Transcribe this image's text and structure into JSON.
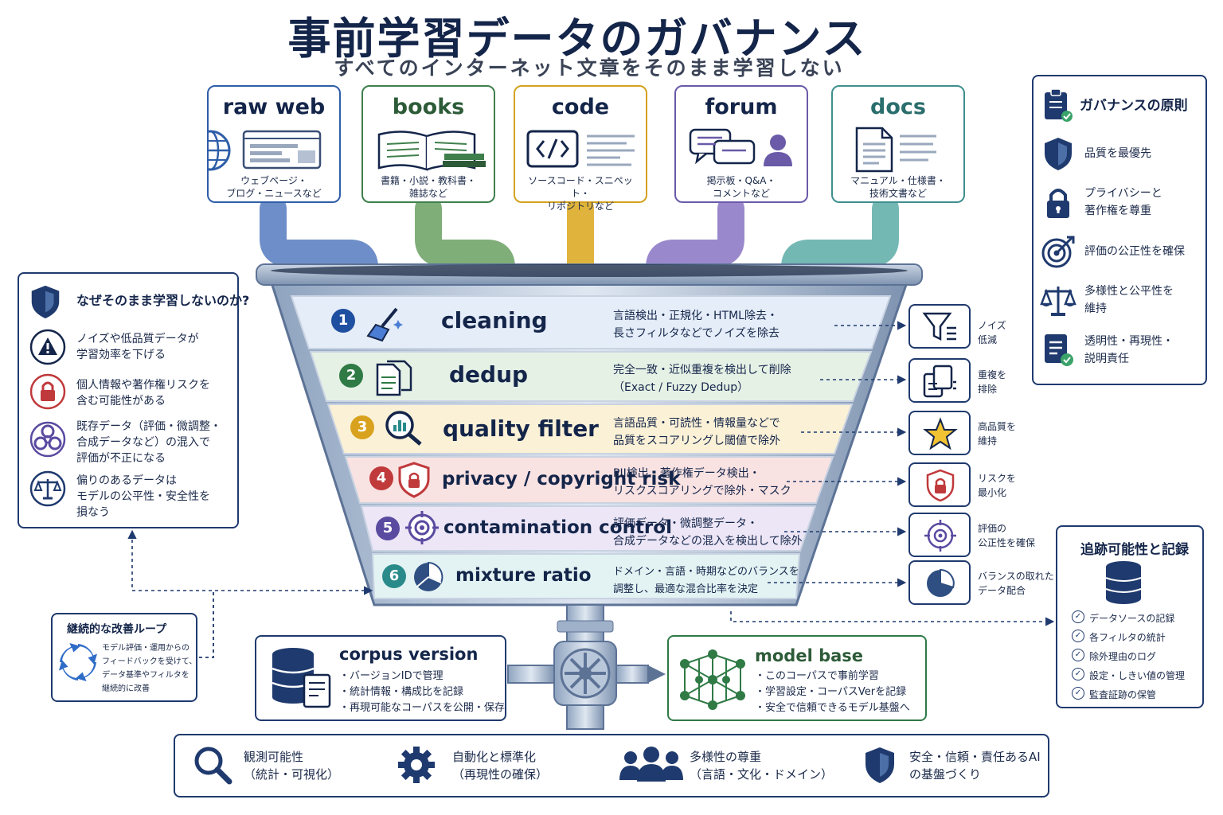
{
  "header": {
    "title": "事前学習データのガバナンス",
    "subtitle": "すべてのインターネット文章をそのまま学習しない"
  },
  "sources": [
    {
      "name": "raw web",
      "desc": "ウェブページ・\nブログ・ニュースなど",
      "color": "#2f5ea8",
      "icon": "globe-browser-icon"
    },
    {
      "name": "books",
      "desc": "書籍・小説・教科書・\n雑誌など",
      "color": "#3f7f4c",
      "icon": "book-icon"
    },
    {
      "name": "code",
      "desc": "ソースコード・スニペット・\nリポジトリなど",
      "color": "#d4a21e",
      "icon": "code-icon"
    },
    {
      "name": "forum",
      "desc": "掲示板・Q&A・\nコメントなど",
      "color": "#6a5aa8",
      "icon": "chat-icon"
    },
    {
      "name": "docs",
      "desc": "マニュアル・仕様書・\n技術文書など",
      "color": "#3f8f8e",
      "icon": "document-icon"
    }
  ],
  "stages": [
    {
      "num": "1",
      "name": "cleaning",
      "desc": "言語検出・正規化・HTML除去・\n長さフィルタなどでノイズを除去",
      "color": "#1f4fa0",
      "icon": "broom-icon",
      "band": "#e4edf8",
      "out_label": "ノイズ\n低減",
      "out_icon": "filter-icon"
    },
    {
      "num": "2",
      "name": "dedup",
      "desc": "完全一致・近似重複を検出して削除\n（Exact / Fuzzy Dedup）",
      "color": "#2f7a45",
      "icon": "duplicate-docs-icon",
      "band": "#e6f1e6",
      "out_label": "重複を\n排除",
      "out_icon": "duplicate-icon"
    },
    {
      "num": "3",
      "name": "quality filter",
      "desc": "言語品質・可読性・情報量などで\n品質をスコアリングし閾値で除外",
      "color": "#d9a21e",
      "icon": "magnifier-chart-icon",
      "band": "#fbf1d6",
      "out_label": "高品質を\n維持",
      "out_icon": "star-icon"
    },
    {
      "num": "4",
      "name": "privacy / copyright risk",
      "desc": "PII検出・著作権データ検出・\nリスクスコアリングで除外・マスク",
      "color": "#c0393b",
      "icon": "shield-lock-icon",
      "band": "#f9e2e2",
      "out_label": "リスクを\n最小化",
      "out_icon": "shield-lock-icon"
    },
    {
      "num": "5",
      "name": "contamination control",
      "desc": "評価データ・微調整データ・\n合成データなどの混入を検出して除外",
      "color": "#5a4aa0",
      "icon": "target-icon",
      "band": "#ece6f6",
      "out_label": "評価の\n公正性を確保",
      "out_icon": "target-icon"
    },
    {
      "num": "6",
      "name": "mixture ratio",
      "desc": "ドメイン・言語・時期などのバランスを\n調整し、最適な混合比率を決定",
      "color": "#2a8a8a",
      "icon": "pie-chart-icon",
      "band": "#e3f3f3",
      "out_label": "バランスの取れた\nデータ配合",
      "out_icon": "pie-chart-icon"
    }
  ],
  "why_panel": {
    "title": "なぜそのまま学習しないのか?",
    "items": [
      {
        "text": "ノイズや低品質データが\n学習効率を下げる",
        "icon": "warning-icon",
        "color": "#14254a"
      },
      {
        "text": "個人情報や著作権リスクを\n含む可能性がある",
        "icon": "lock-icon",
        "color": "#c0393b"
      },
      {
        "text": "既存データ（評価・微調整・\n合成データなど）の混入で\n評価が不正になる",
        "icon": "biohazard-icon",
        "color": "#5a4aa0"
      },
      {
        "text": "偏りのあるデータは\nモデルの公平性・安全性を\n損なう",
        "icon": "scale-icon",
        "color": "#1f3a6e"
      }
    ]
  },
  "governance_panel": {
    "title": "ガバナンスの原則",
    "items": [
      {
        "text": "品質を最優先",
        "icon": "shield-icon"
      },
      {
        "text": "プライバシーと\n著作権を尊重",
        "icon": "padlock-icon"
      },
      {
        "text": "評価の公正性を確保",
        "icon": "target-icon"
      },
      {
        "text": "多様性と公平性を\n維持",
        "icon": "scale-icon"
      },
      {
        "text": "透明性・再現性・\n説明責任",
        "icon": "document-check-icon"
      }
    ]
  },
  "loop_panel": {
    "title": "継続的な改善ループ",
    "text": "モデル評価・運用からの\nフィードバックを受けて、\nデータ基準やフィルタを\n継続的に改善"
  },
  "trace_panel": {
    "title": "追跡可能性と記録",
    "items": [
      "データソースの記録",
      "各フィルタの統計",
      "除外理由のログ",
      "設定・しきい値の管理",
      "監査証跡の保管"
    ]
  },
  "corpus_box": {
    "title": "corpus version",
    "items": "・バージョンIDで管理\n・統計情報・構成比を記録\n・再現可能なコーパスを公開・保存"
  },
  "model_box": {
    "title": "model base",
    "items": "・このコーパスで事前学習\n・学習設定・コーパスVerを記録\n・安全で信頼できるモデル基盤へ"
  },
  "footer": [
    {
      "text": "観測可能性\n（統計・可視化）",
      "icon": "magnifier-icon"
    },
    {
      "text": "自動化と標準化\n（再現性の確保）",
      "icon": "gear-icon"
    },
    {
      "text": "多様性の尊重\n（言語・文化・ドメイン）",
      "icon": "people-icon"
    },
    {
      "text": "安全・信頼・責任あるAI\nの基盤づくり",
      "icon": "shield-icon"
    }
  ]
}
